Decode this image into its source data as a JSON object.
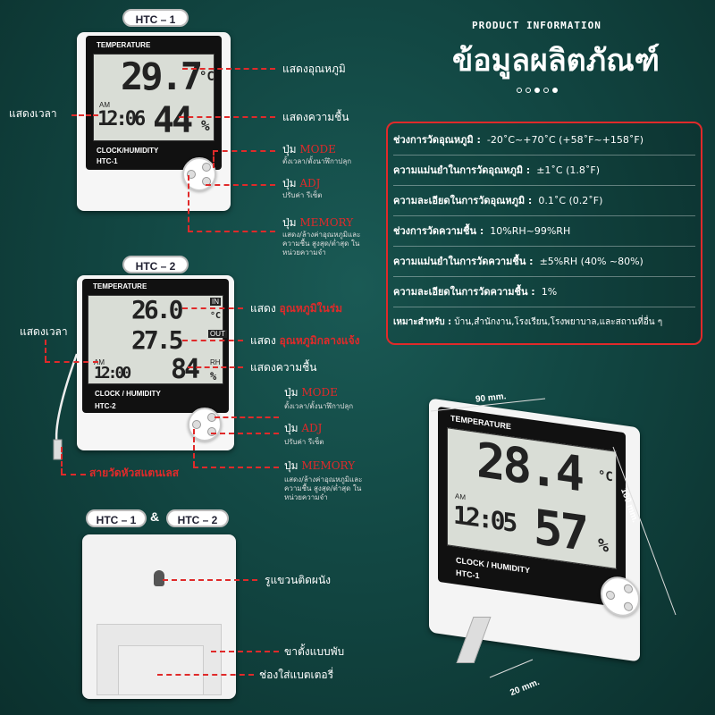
{
  "heading": {
    "en": "PRODUCT INFORMATION",
    "th": "ข้อมูลผลิตภัณฑ์"
  },
  "models": {
    "htc1": "HTC – 1",
    "htc2": "HTC – 2",
    "amp": "&"
  },
  "device1": {
    "brand": "TEMPERATURE",
    "temp": "29.7",
    "unit": "°C",
    "am": "AM",
    "time": "12:06",
    "hum": "44",
    "pct": "%",
    "footer1": "CLOCK/HUMIDITY",
    "footer2": "HTC-1"
  },
  "device2": {
    "brand": "TEMPERATURE",
    "temp_in": "26.0",
    "in": "IN",
    "temp_out": "27.5",
    "out": "OUT",
    "unit": "°C",
    "am": "AM",
    "time": "12:00",
    "hum": "84",
    "rh": "RH",
    "pct": "%",
    "footer1": "CLOCK / HUMIDITY",
    "footer2": "HTC-2"
  },
  "device3": {
    "brand": "TEMPERATURE",
    "temp": "28.4",
    "unit": "°C",
    "am": "AM",
    "time": "12:05",
    "hum": "57",
    "pct": "%",
    "footer1": "CLOCK / HUMIDITY",
    "footer2": "HTC-1"
  },
  "labels1": {
    "temp": "แสดงอุณหภูมิ",
    "time": "แสดงเวลา",
    "hum": "แสดงความชื้น",
    "mode_prefix": "ปุ่ม",
    "mode": "MODE",
    "mode_desc": "ตั้งเวลา/ตั้งนาฬิกาปลุก",
    "adj_prefix": "ปุ่ม",
    "adj": "ADJ",
    "adj_desc": "ปรับค่า รีเซ็ต",
    "mem_prefix": "ปุ่ม",
    "mem": "MEMORY",
    "mem_desc1": "แสดง/ล้างค่าอุณหภูมิและ",
    "mem_desc2": "ความชื้น สูงสุด/ต่ำสุด ใน",
    "mem_desc3": "หน่วยความจำ"
  },
  "labels2": {
    "show": "แสดง",
    "temp_in": "อุณหภูมิในร่ม",
    "temp_out": "อุณหภูมิกลางแจ้ง",
    "time": "แสดงเวลา",
    "hum": "แสดงความชื้น",
    "cable": "สายวัดหัวสแตนเลส",
    "mode_prefix": "ปุ่ม",
    "mode": "MODE",
    "mode_desc": "ตั้งเวลา/ตั้งนาฬิกาปลุก",
    "adj_prefix": "ปุ่ม",
    "adj": "ADJ",
    "adj_desc": "ปรับค่า รีเซ็ต",
    "mem_prefix": "ปุ่ม",
    "mem": "MEMORY",
    "mem_desc1": "แสดง/ล้างค่าอุณหภูมิและ",
    "mem_desc2": "ความชื้น สูงสุด/ต่ำสุด ใน",
    "mem_desc3": "หน่วยความจำ"
  },
  "back": {
    "hole": "รูแขวนติดผนัง",
    "stand": "ขาตั้งแบบพับ",
    "battery": "ช่องใส่แบตเตอรี่"
  },
  "specs": [
    {
      "k": "ช่วงการวัดอุณหภูมิ :",
      "v": "-20˚C~+70˚C (+58˚F~+158˚F)"
    },
    {
      "k": "ความแม่นยำในการวัดอุณหภูมิ :",
      "v": "±1˚C (1.8˚F)"
    },
    {
      "k": "ความละเอียดในการวัดอุณหภูมิ :",
      "v": "0.1˚C (0.2˚F)"
    },
    {
      "k": "ช่วงการวัดความชื้น :",
      "v": "10%RH~99%RH"
    },
    {
      "k": "ความแม่นยำในการวัดความชื้น :",
      "v": "±5%RH (40% ~80%)"
    },
    {
      "k": "ความละเอียดในการวัดความชื้น :",
      "v": "1%"
    },
    {
      "k": "เหมาะสำหรับ :",
      "v": "บ้าน,สำนักงาน,โรงเรียน,โรงพยาบาล,และสถานที่อื่น ๆ"
    }
  ],
  "dims": {
    "width": "90 mm.",
    "height": "100 mm.",
    "depth": "20 mm."
  },
  "colors": {
    "accent": "#e02a2a",
    "bg": "#124743"
  }
}
